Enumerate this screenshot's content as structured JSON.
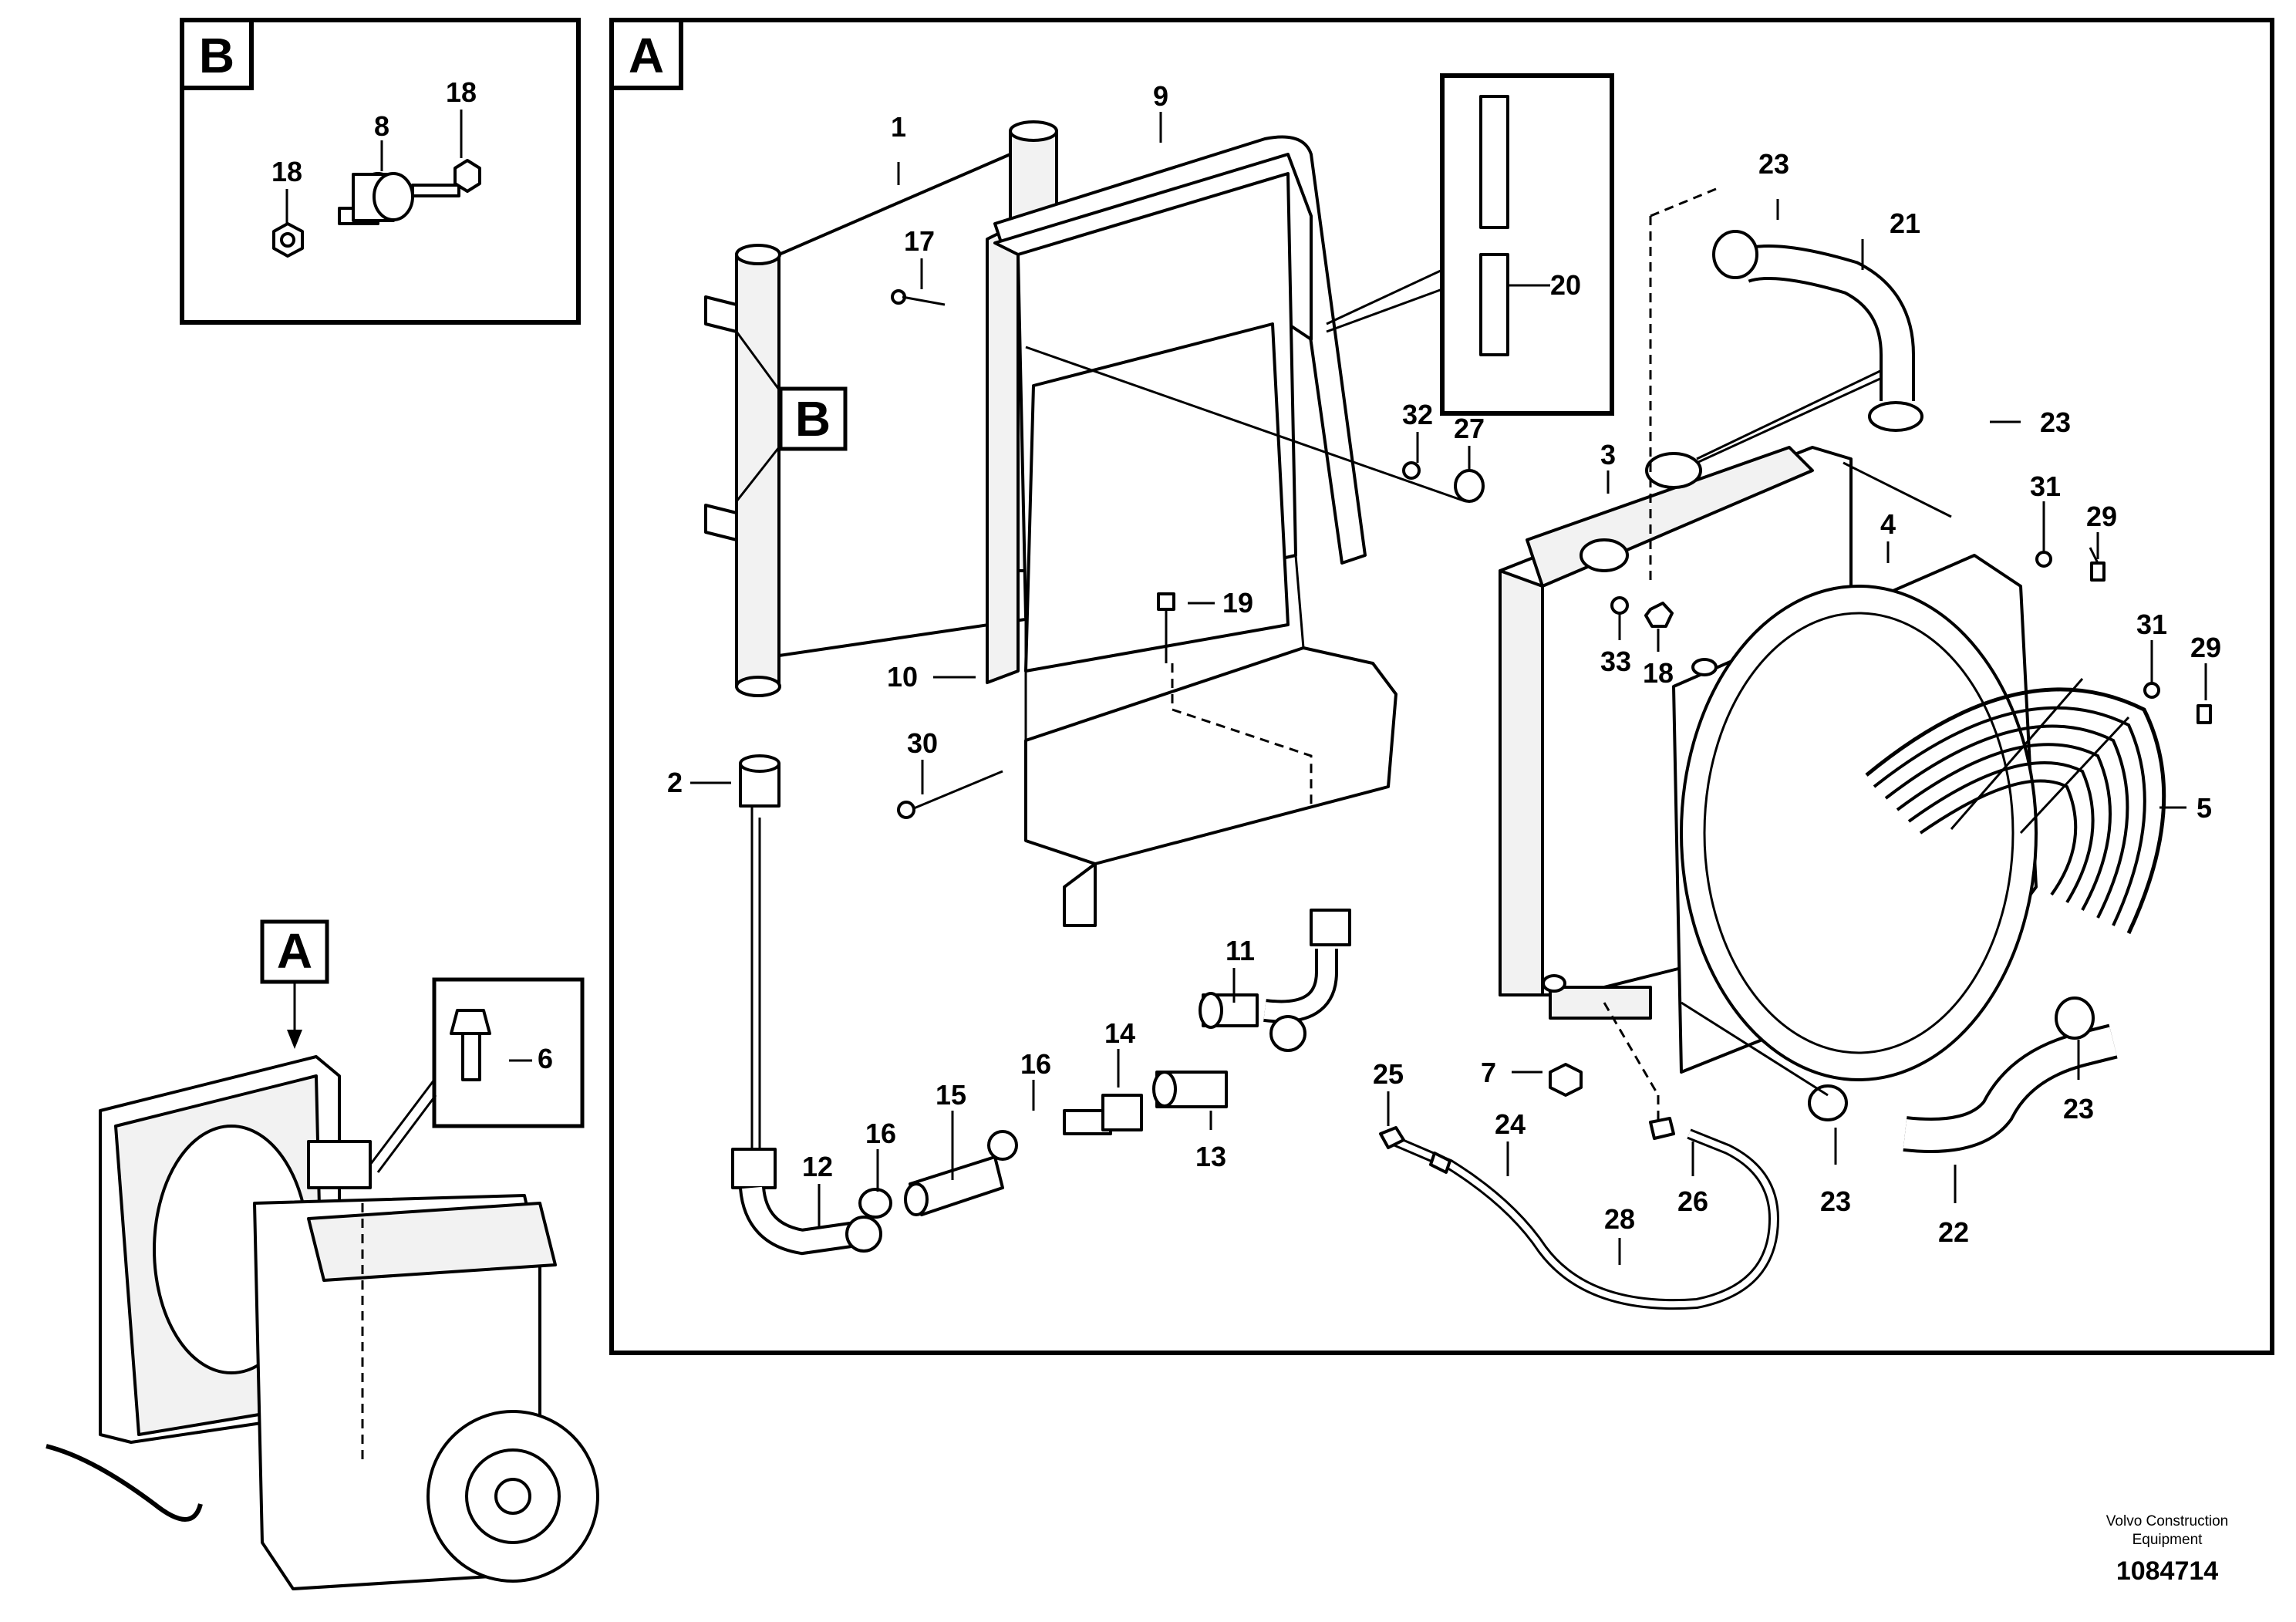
{
  "panels": {
    "a_letter": "A",
    "b_letter": "B"
  },
  "callouts": {
    "b_ref": "B",
    "a_ref": "A"
  },
  "parts": {
    "p1": "1",
    "p2": "2",
    "p3": "3",
    "p4": "4",
    "p5": "5",
    "p6": "6",
    "p7": "7",
    "p8": "8",
    "p9": "9",
    "p10": "10",
    "p11": "11",
    "p12": "12",
    "p13": "13",
    "p14": "14",
    "p15": "15",
    "p16a": "16",
    "p16b": "16",
    "p17": "17",
    "p18a": "18",
    "p18b": "18",
    "p18c": "18",
    "p19": "19",
    "p20": "20",
    "p21": "21",
    "p22": "22",
    "p23a": "23",
    "p23b": "23",
    "p23c": "23",
    "p23d": "23",
    "p24": "24",
    "p25": "25",
    "p26": "26",
    "p27": "27",
    "p28": "28",
    "p29a": "29",
    "p29b": "29",
    "p30": "30",
    "p31a": "31",
    "p31b": "31",
    "p32": "32",
    "p33": "33"
  },
  "footer": {
    "company_line1": "Volvo Construction",
    "company_line2": "Equipment",
    "drawing_number": "1084714"
  }
}
